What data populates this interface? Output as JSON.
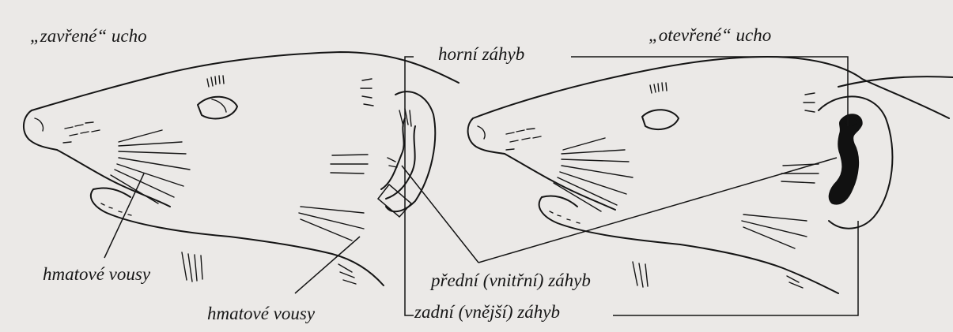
{
  "labels": {
    "closed_ear": "„zavřené“ ucho",
    "open_ear": "„otevřené“ ucho",
    "upper_fold": "horní záhyb",
    "whiskers_left": "hmatové vousy",
    "whiskers_bottom": "hmatové vousy",
    "front_fold": "přední (vnitřní) záhyb",
    "back_fold": "zadní (vnější) záhyb"
  }
}
